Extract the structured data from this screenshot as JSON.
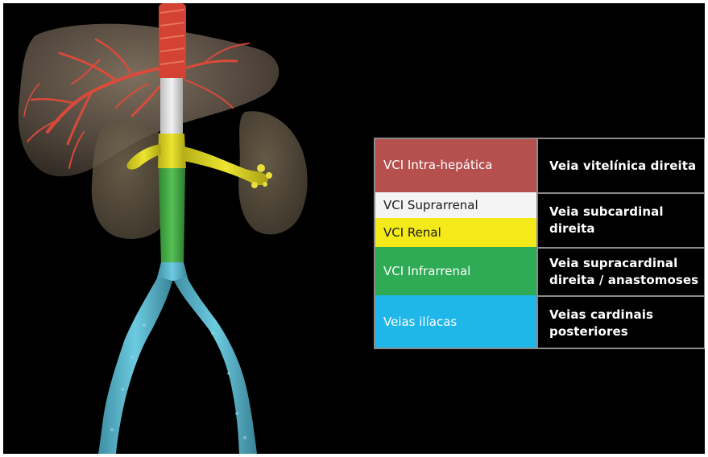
{
  "colors": {
    "background": "#000000",
    "intra_hepatic": "#b6504f",
    "suprarrenal": "#f4f4f4",
    "renal": "#f4ea1a",
    "infrarrenal": "#2faa55",
    "iliacas": "#1fb6ea",
    "liver": "#7a6a5a",
    "aorta_red": "#e04a3a",
    "vena_green": "#4aa84a",
    "vena_cyan": "#5ab4c8"
  },
  "legend": {
    "rows": [
      {
        "segment": "VCI Intra-hepática",
        "origin": "Veia vitelínica direita"
      },
      {
        "segment": "VCI Suprarrenal",
        "origin": "Veia subcardinal\ndireita"
      },
      {
        "segment": "VCI Renal",
        "origin": ""
      },
      {
        "segment": "VCI Infrarrenal",
        "origin": "Veia supracardinal\ndireita / anastomoses"
      },
      {
        "segment": "Veias ilíacas",
        "origin": "Veias cardinais\nposteriores"
      }
    ]
  }
}
